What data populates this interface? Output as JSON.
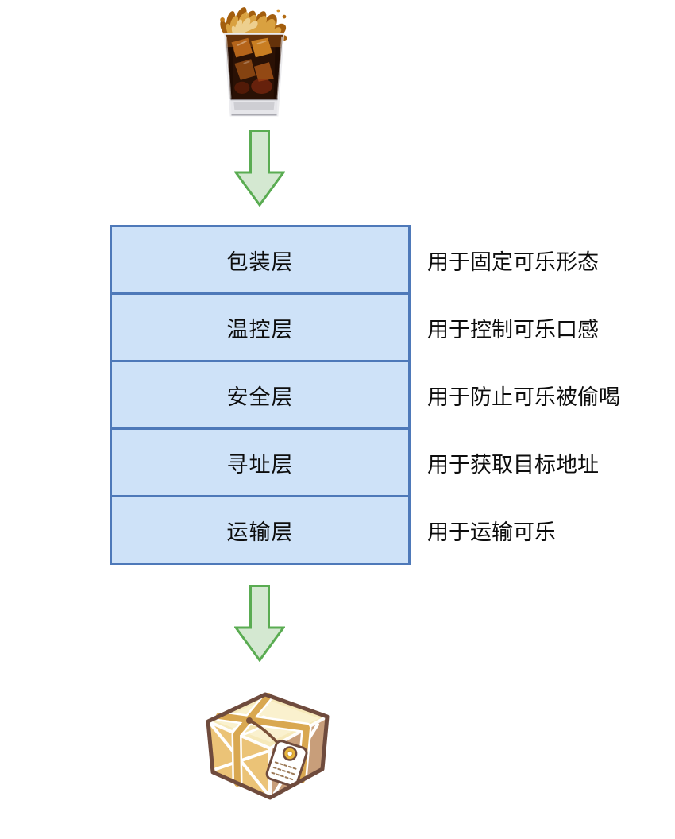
{
  "page": {
    "background": "#ffffff"
  },
  "diagram": {
    "top_image": "cola-glass",
    "bottom_image": "package-box",
    "layers": [
      {
        "label": "包装层",
        "desc": "用于固定可乐形态"
      },
      {
        "label": "温控层",
        "desc": "用于控制可乐口感"
      },
      {
        "label": "安全层",
        "desc": "用于防止可乐被偷喝"
      },
      {
        "label": "寻址层",
        "desc": "用于获取目标地址"
      },
      {
        "label": "运输层",
        "desc": "用于运输可乐"
      }
    ],
    "colors": {
      "layer_fill": "#cee2f8",
      "layer_border": "#4e79b9",
      "arrow_fill": "#d4e8d1",
      "arrow_border": "#5aac52",
      "text": "#0d0d0d"
    }
  }
}
